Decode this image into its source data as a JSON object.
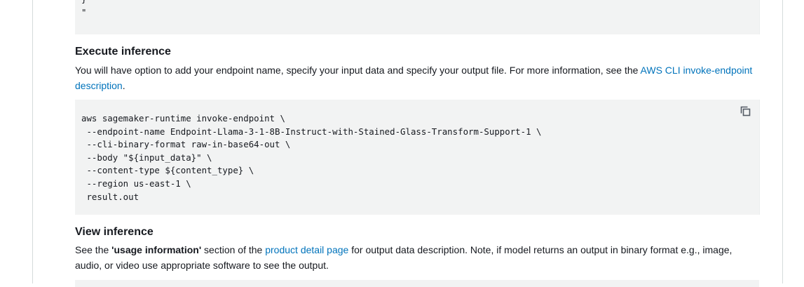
{
  "top_code": {
    "lines": "}\n\""
  },
  "execute": {
    "heading": "Execute inference",
    "text_before": "You will have option to add your endpoint name, specify your input data and specify your output file. For more information, see the ",
    "link_text": "AWS CLI invoke-endpoint description",
    "text_after": ".",
    "code": "aws sagemaker-runtime invoke-endpoint \\\n --endpoint-name Endpoint-Llama-3-1-8B-Instruct-with-Stained-Glass-Transform-Support-1 \\\n --cli-binary-format raw-in-base64-out \\\n --body \"${input_data}\" \\\n --content-type ${content_type} \\\n --region us-east-1 \\\n result.out"
  },
  "view": {
    "heading": "View inference",
    "text_1": "See the ",
    "bold_text": "'usage information'",
    "text_2": " section of the ",
    "link_text": "product detail page",
    "text_3": " for output data description. Note, if model returns an output in binary format e.g., image, audio, or video use appropriate software to see the output."
  },
  "icons": {
    "copy": "copy-icon"
  }
}
